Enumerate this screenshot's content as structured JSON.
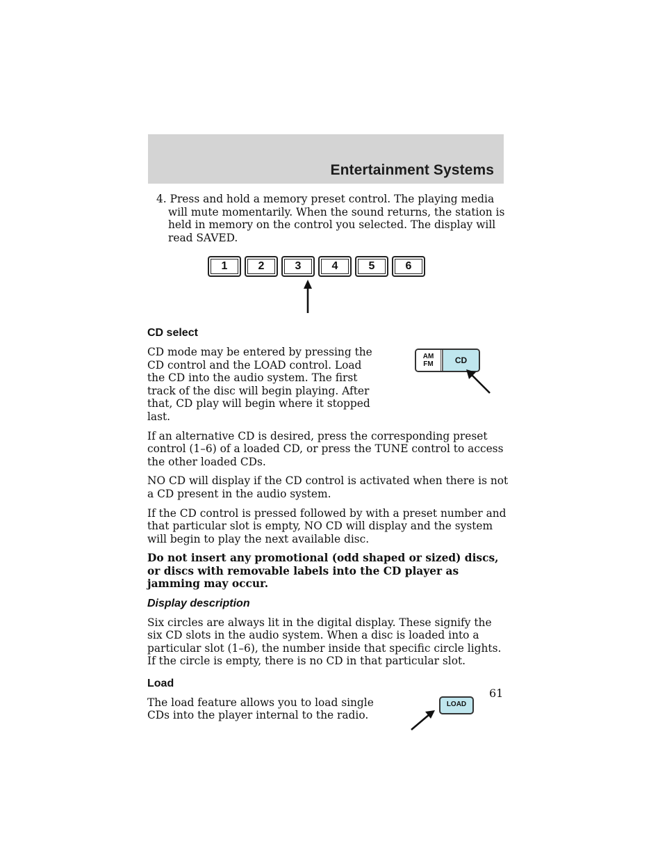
{
  "header": {
    "title": "Entertainment Systems"
  },
  "step4": {
    "number": "4.",
    "text": "Press and hold a memory preset control. The playing media will mute momentarily. When the sound returns, the station is held in memory on the control you selected. The display will read SAVED."
  },
  "preset_buttons": [
    "1",
    "2",
    "3",
    "4",
    "5",
    "6"
  ],
  "cd_select": {
    "heading": "CD select",
    "p1": "CD mode may be entered by pressing the CD control and the LOAD control. Load the CD into the audio system. The first track of the disc will begin playing. After that, CD play will begin where it stopped last.",
    "p2": "If an alternative CD is desired, press the corresponding preset control (1–6) of a loaded CD, or press the TUNE control to access the other loaded CDs.",
    "p3": "NO CD will display if the CD control is activated when there is not a CD present in the audio system.",
    "p4": "If the CD control is pressed followed by with a preset number and that particular slot is empty, NO CD will display and the system will begin to play the next available disc.",
    "warning": "Do not insert any promotional (odd shaped or sized) discs, or discs with removable labels into the CD player as jamming may occur."
  },
  "amfm_cd_control": {
    "am": "AM",
    "fm": "FM",
    "cd": "CD"
  },
  "display_description": {
    "heading": "Display description",
    "text": "Six circles are always lit in the digital display. These signify the six CD slots in the audio system. When a disc is loaded into a particular slot (1–6), the number inside that specific circle lights. If the circle is empty, there is no CD in that particular slot."
  },
  "load": {
    "heading": "Load",
    "text": "The load feature allows you to load single CDs into the player internal to the radio.",
    "button_label": "LOAD"
  },
  "page_number": "61",
  "colors": {
    "header_band": "#d4d4d4",
    "button_highlight": "#bfe6ee"
  }
}
